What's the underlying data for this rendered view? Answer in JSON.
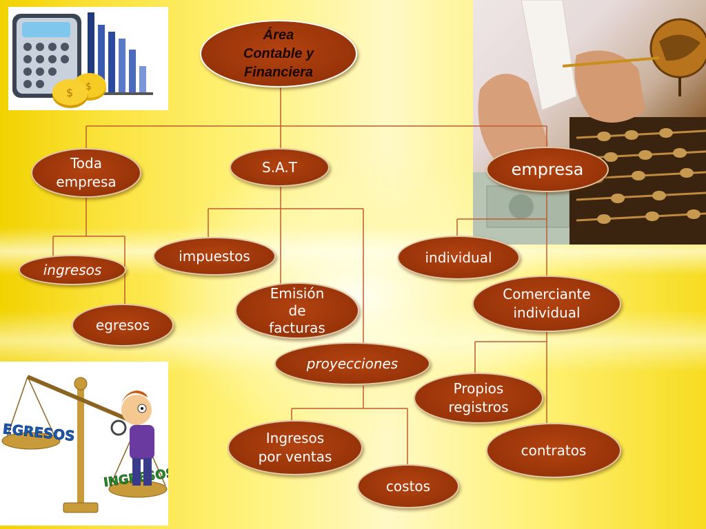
{
  "diagram": {
    "root": "Área\nContable y\nFinanciera",
    "branches": {
      "toda_empresa": "Toda\nempresa",
      "sat": "S.A.T",
      "empresa": "empresa"
    },
    "toda_empresa_children": {
      "ingresos": "ingresos",
      "egresos": "egresos"
    },
    "sat_children": {
      "impuestos": "impuestos",
      "emision_facturas": "Emisión\nde\nfacturas",
      "proyecciones": "proyecciones"
    },
    "proyecciones_children": {
      "ingresos_ventas": "Ingresos\npor ventas",
      "costos": "costos"
    },
    "empresa_children": {
      "individual": "individual",
      "comerciante_individual": "Comerciante\nindividual"
    },
    "comerciante_children": {
      "propios_registros": "Propios\nregistros",
      "contratos": "contratos"
    }
  },
  "illustrations": {
    "top_left": "calculator-coins-chart-icon",
    "top_right": "hands-receipt-globe-abacus-photo",
    "bottom_left_label_1": "EGRESOS",
    "bottom_left_label_2": "INGRESOS"
  },
  "colors": {
    "node_fill": "#983409",
    "node_border": "#e0c7a8",
    "connector": "#c05a30",
    "background": "#fff27a"
  }
}
